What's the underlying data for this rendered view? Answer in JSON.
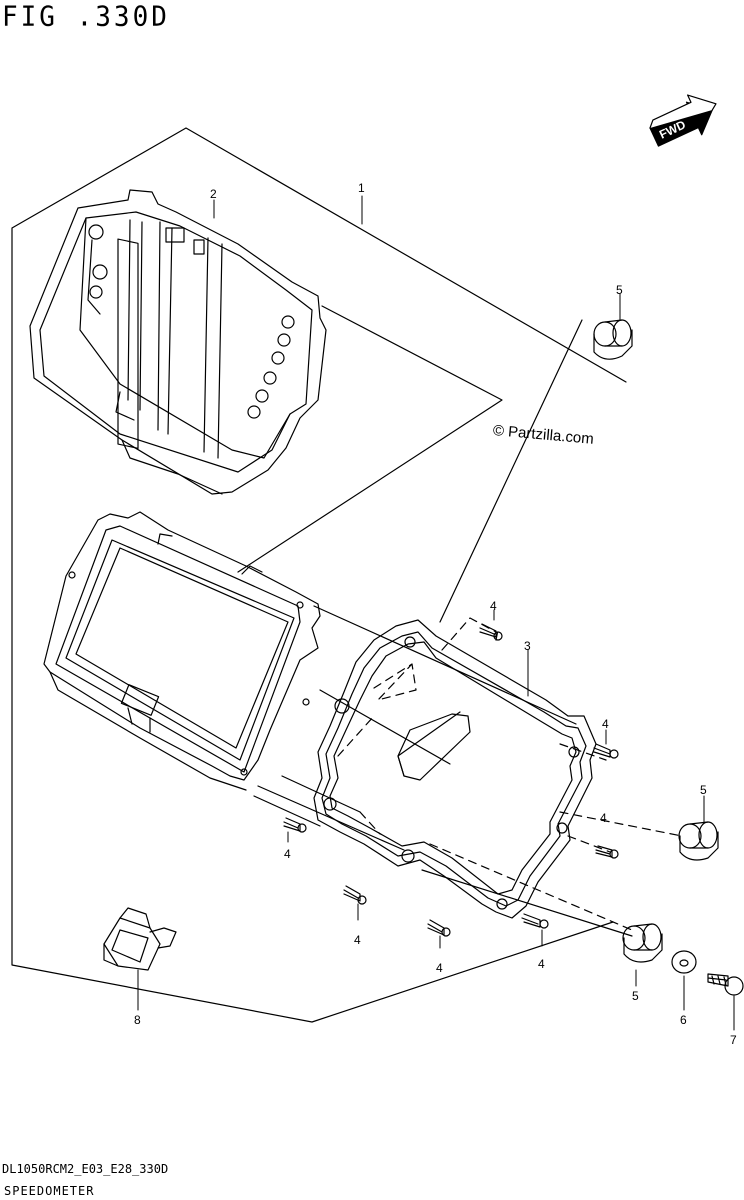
{
  "header": {
    "figure_title": "FIG .330D"
  },
  "footer": {
    "model_code": "DL1050RCM2_E03_E28_330D",
    "section_name": "SPEEDOMETER"
  },
  "watermark": {
    "text": "© Partzilla.com"
  },
  "direction_badge": {
    "label": "FWD"
  },
  "callouts": {
    "c1": "1",
    "c2": "2",
    "c3": "3",
    "c4a": "4",
    "c4b": "4",
    "c4c": "4",
    "c4d": "4",
    "c4e": "4",
    "c4f": "4",
    "c4g": "4",
    "c5a": "5",
    "c5b": "5",
    "c5c": "5",
    "c6": "6",
    "c7": "7",
    "c8": "8"
  }
}
